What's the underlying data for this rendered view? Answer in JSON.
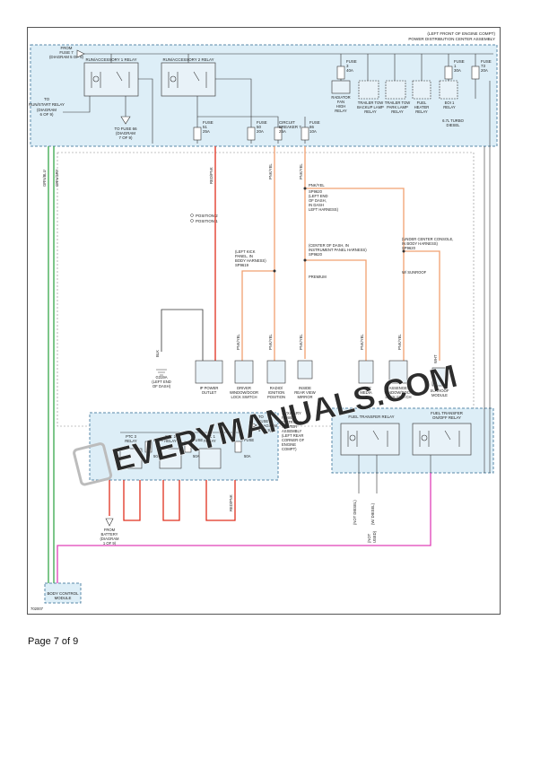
{
  "header": {
    "location": "(LEFT FRONT OF ENGINE COMPT)",
    "pdc": "POWER DISTRIBUTION CENTER ASSEMBLY"
  },
  "pdc": {
    "from_fuse7": [
      "FROM",
      "FUSE 7",
      "(DIAGRAM 5 OF 9)"
    ],
    "relay1": "RUN/ACCESSORY 1 RELAY",
    "relay2": "RUN/ACCESSORY 2 RELAY",
    "runstart": [
      "TO",
      "RUN/START RELAY",
      "(DIAGRAM",
      "6 OF 9)"
    ],
    "fuse66": [
      "TO FUSE 66",
      "(DIAGRAM",
      "7 OF 9)"
    ],
    "fuse51": [
      "FUSE",
      "51",
      "25A"
    ],
    "fuse50": [
      "FUSE",
      "50",
      "20A"
    ],
    "cb7": [
      "CIRCUIT",
      "BREAKER 7",
      "25A"
    ],
    "fuse86": [
      "FUSE",
      "86",
      "10A"
    ],
    "fuse3": [
      "FUSE",
      "3",
      "40A"
    ],
    "fuse1": [
      "FUSE",
      "1",
      "30A"
    ],
    "fuse73": [
      "FUSE",
      "73",
      "20A"
    ],
    "radiator": [
      "RADIATOR",
      "FAN",
      "HIGH",
      "RELAY"
    ],
    "trailer_backup": [
      "TRAILER TOW",
      "BACKUP LAMP",
      "RELAY"
    ],
    "trailer_park": [
      "TRAILER TOW",
      "PARK LAMP",
      "RELAY"
    ],
    "fuel_heater": [
      "FUEL",
      "HEATER",
      "RELAY"
    ],
    "eoi": [
      "EOI 1",
      "RELAY"
    ],
    "turbo": [
      "6.7L TURBO",
      "DIESEL"
    ]
  },
  "wires": {
    "w1": "GRN/BLU",
    "w2": "GRN/GRY",
    "w3": "RED/PNK",
    "w4": "PNK/YEL",
    "w5": "PNK/YEL",
    "w6": "PNK/YEL",
    "w7": "RED/PNK",
    "w8": "PNK/YEL",
    "w9": "PNK/YEL",
    "w10": "PNK/YEL",
    "w11": "PNK/YEL",
    "w12": "WHT",
    "w13": "BLK"
  },
  "splices": {
    "s1": [
      "PNK/YEL",
      "SP9620",
      "(LEFT END",
      "OF DASH,",
      "IN DASH",
      "LEFT HARNESS)"
    ],
    "s2": [
      "(CENTER OF DASH, IN",
      "INSTRUMENT PANEL HARNESS)",
      "SP9620"
    ],
    "s3": [
      "(LEFT KICK",
      "PANEL, IN",
      "BODY HARNESS)",
      "SP9619"
    ],
    "s4": [
      "(UNDER CENTER CONSOLE,",
      "IN BODY HARNESS)",
      "SP9620"
    ],
    "premium": "PREMIUM",
    "sunroof_opt": "W/ SUNROOF",
    "position2": "POSITION 2",
    "position1": "POSITION 1",
    "ground": [
      "G319A",
      "(LEFT END",
      "OF DASH)"
    ]
  },
  "components": {
    "power_outlet": [
      "IP POWER",
      "OUTLET"
    ],
    "driver_window": [
      "DRIVER",
      "WINDOW/DOOR",
      "LOCK SWITCH"
    ],
    "radio": [
      "RADIO/",
      "IGNITION",
      "POSITION"
    ],
    "mirror": [
      "INSIDE",
      "REAR VIEW",
      "MIRROR"
    ],
    "media": [
      "REAR",
      "MEDIA",
      "PORT"
    ],
    "passenger_window": [
      "PASSENGER",
      "WINDOW/DOOR",
      "LOCK SWITCH"
    ],
    "sunroof": [
      "SUNROOF",
      "MODULE"
    ]
  },
  "auxiliary": {
    "to_fuse7": [
      "TO",
      "FUSE 7",
      "(DIAGRAM",
      "6 OF 9)"
    ],
    "title": [
      "AUXILIARY",
      "POWER",
      "DISTRIBUTION",
      "CENTER",
      "ASSEMBLY",
      "(LEFT REAR",
      "CORNER OF",
      "ENGINE",
      "COMPT)"
    ],
    "ptc3": [
      "PTC 3",
      "RELAY"
    ],
    "ptc2": [
      "PTC 2",
      "RELAY"
    ],
    "ptc1": [
      "PTC 1",
      "RELAY"
    ],
    "fuse_a": [
      "FUSE",
      "50A"
    ],
    "fuse_b": [
      "FUSE",
      "50A"
    ],
    "fuse_c": [
      "FUSE",
      "50A"
    ],
    "from_battery": [
      "FROM",
      "BATTERY",
      "(DIAGRAM",
      "1 OF 9)"
    ]
  },
  "transfer": {
    "fuel_relay": "FUEL TRANSFER RELAY",
    "onoff_relay": [
      "FUEL TRANSFER",
      "ON/OFF RELAY"
    ],
    "except_diesel": "(NOT DIESEL)",
    "diesel": "(W/ DIESEL)",
    "ref": [
      "(NOT",
      "USED)"
    ]
  },
  "bcm": [
    "BODY CONTROL",
    "MODULE"
  ],
  "diagram_code": "702007",
  "watermark": "EVERYMANUALS.COM",
  "page_label": "Page 7 of 9",
  "colors": {
    "pdc_fill": "#ddeef7",
    "pdc_border": "#5a8aa8",
    "wire_red": "#e0301e",
    "wire_pink": "#f0a070",
    "wire_green": "#37a84a",
    "wire_magenta": "#e040b8",
    "watermark": "#bcbcbc"
  }
}
